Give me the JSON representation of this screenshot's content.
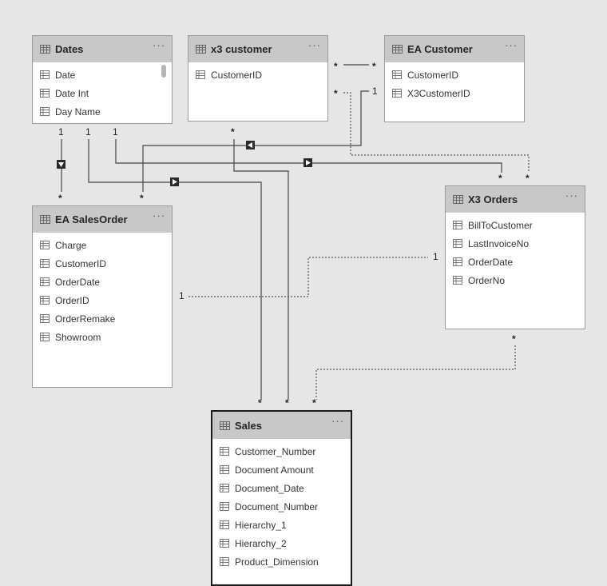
{
  "tables": {
    "dates": {
      "title": "Dates",
      "fields": [
        "Date",
        "Date Int",
        "Day Name"
      ]
    },
    "x3_customer": {
      "title": "x3 customer",
      "fields": [
        "CustomerID"
      ]
    },
    "ea_customer": {
      "title": "EA Customer",
      "fields": [
        "CustomerID",
        "X3CustomerID"
      ]
    },
    "x3_orders": {
      "title": "X3 Orders",
      "fields": [
        "BillToCustomer",
        "LastInvoiceNo",
        "OrderDate",
        "OrderNo"
      ]
    },
    "ea_salesorder": {
      "title": "EA SalesOrder",
      "fields": [
        "Charge",
        "CustomerID",
        "OrderDate",
        "OrderID",
        "OrderRemake",
        "Showroom"
      ]
    },
    "sales": {
      "title": "Sales",
      "fields": [
        "Customer_Number",
        "Document Amount",
        "Document_Date",
        "Document_Number",
        "Hierarchy_1",
        "Hierarchy_2",
        "Product_Dimension"
      ]
    }
  },
  "more_label": "···",
  "cardinality": {
    "one": "1",
    "many": "*"
  },
  "colors": {
    "background": "#e6e6e6",
    "header": "#c8c8c8",
    "line": "#444444"
  }
}
